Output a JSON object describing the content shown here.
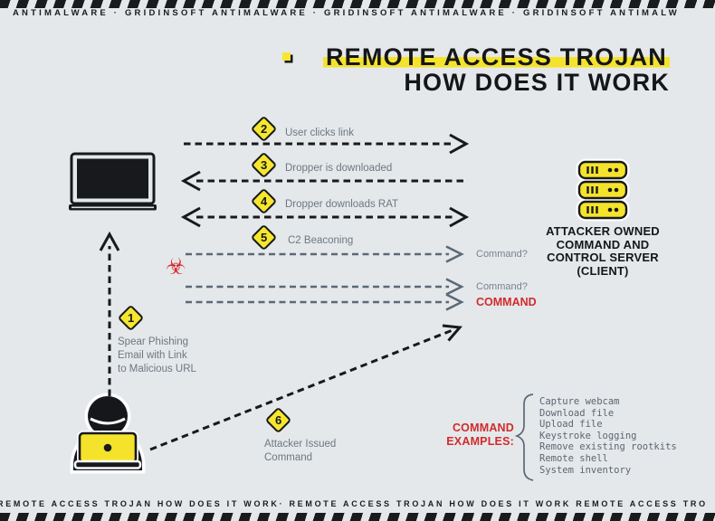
{
  "colors": {
    "background": "#e4e8eb",
    "accent_yellow": "#f5e32b",
    "ink_black": "#17191c",
    "label_gray": "#6e7781",
    "arrow_slate": "#5b6875",
    "alert_red": "#d22b2b"
  },
  "top_banner": {
    "text": "ANTIMALWARE · GRIDINSOFT ANTIMALWARE · GRIDINSOFT ANTIMALWARE · GRIDINSOFT ANTIMALW"
  },
  "bottom_banner": {
    "text": "REMOTE ACCESS TROJAN HOW DOES IT WORK· REMOTE ACCESS TROJAN HOW DOES IT WORK REMOTE ACCESS TRO"
  },
  "title": {
    "line1": "REMOTE ACCESS TROJAN",
    "line2": "HOW DOES IT WORK"
  },
  "steps": {
    "s1": {
      "num": "1",
      "lines": [
        "Spear Phishing",
        "Email with Link",
        "to Malicious URL"
      ]
    },
    "s2": {
      "num": "2",
      "label": "User clicks link"
    },
    "s3": {
      "num": "3",
      "label": "Dropper is downloaded"
    },
    "s4": {
      "num": "4",
      "label": "Dropper downloads RAT"
    },
    "s5": {
      "num": "5",
      "label": "C2 Beaconing"
    },
    "s6": {
      "num": "6",
      "lines": [
        "Attacker Issued",
        "Command"
      ]
    }
  },
  "beacon_labels": {
    "q1": "Command?",
    "q2": "Command?",
    "cmd": "COMMAND"
  },
  "server": {
    "label_lines": [
      "ATTACKER OWNED",
      "COMMAND AND",
      "CONTROL SERVER",
      "(CLIENT)"
    ]
  },
  "command_examples": {
    "heading_lines": [
      "COMMAND",
      "EXAMPLES:"
    ],
    "items": [
      "Capture webcam",
      "Download file",
      "Upload file",
      "Keystroke logging",
      "Remove existing rootkits",
      "Remote shell",
      "System inventory"
    ]
  },
  "icons": {
    "victim": "laptop-icon",
    "attacker": "hooded-hacker-icon",
    "server": "server-stack-icon",
    "hazard": "biohazard-icon",
    "biohazard_glyph": "☣"
  }
}
